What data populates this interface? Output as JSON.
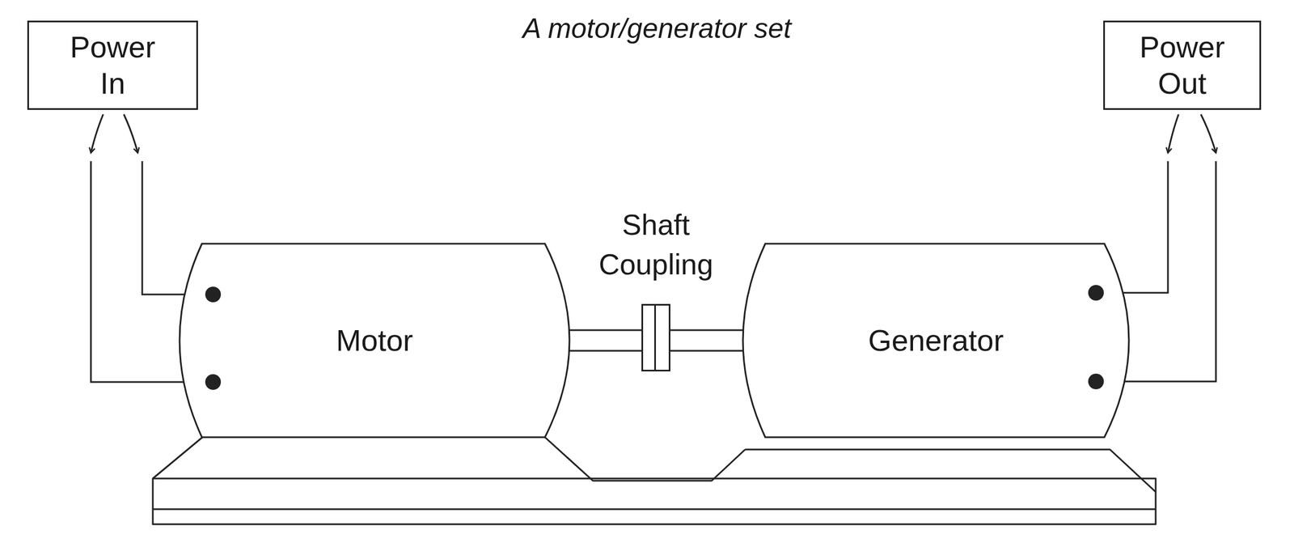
{
  "diagram": {
    "title": "A motor/generator set",
    "nodes": [
      {
        "text": [
          "Power In"
        ]
      },
      {
        "text": [
          "Power Out"
        ]
      },
      {
        "text": [
          "Motor"
        ]
      },
      {
        "text": [
          "Shaft Coupling"
        ]
      },
      {
        "text": [
          "Generator"
        ]
      }
    ],
    "edges": [
      {
        "from": 0,
        "to": 2,
        "arrow": "to"
      },
      {
        "from": 0,
        "to": 2,
        "arrow": "to"
      },
      {
        "from": 1,
        "to": 4,
        "arrow": "to"
      },
      {
        "from": 1,
        "to": 4,
        "arrow": "to"
      },
      {
        "from": 2,
        "to": 3,
        "arrow": "none"
      },
      {
        "from": 3,
        "to": 4,
        "arrow": "none"
      }
    ]
  }
}
